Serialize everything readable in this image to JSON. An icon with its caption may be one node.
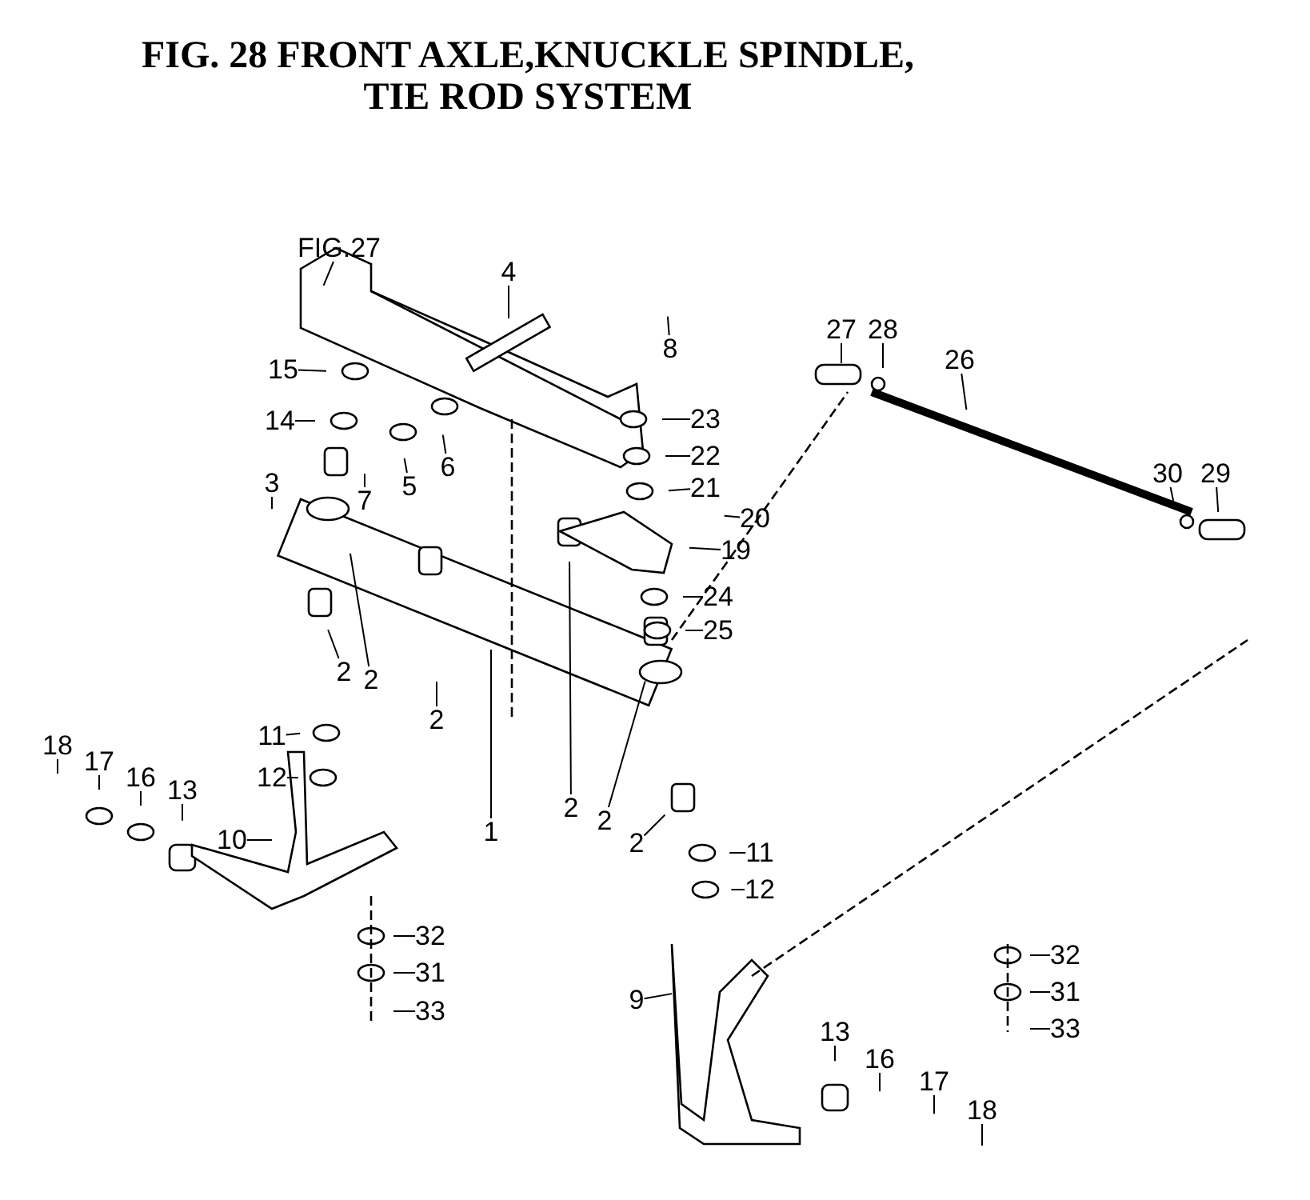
{
  "diagram": {
    "title": "FIG. 28 FRONT AXLE,KNUCKLE SPINDLE, TIE ROD SYSTEM",
    "nodes": [
      {
        "text": [
          "FIG.27"
        ]
      },
      {
        "text": [
          "4"
        ]
      },
      {
        "text": [
          "27"
        ]
      },
      {
        "text": [
          "28"
        ]
      },
      {
        "text": [
          "8"
        ]
      },
      {
        "text": [
          "15"
        ]
      },
      {
        "text": [
          "26"
        ]
      },
      {
        "text": [
          "14"
        ]
      },
      {
        "text": [
          "23"
        ]
      },
      {
        "text": [
          "22"
        ]
      },
      {
        "text": [
          "6"
        ]
      },
      {
        "text": [
          "5"
        ]
      },
      {
        "text": [
          "3"
        ]
      },
      {
        "text": [
          "30"
        ]
      },
      {
        "text": [
          "29"
        ]
      },
      {
        "text": [
          "21"
        ]
      },
      {
        "text": [
          "7"
        ]
      },
      {
        "text": [
          "20"
        ]
      },
      {
        "text": [
          "19"
        ]
      },
      {
        "text": [
          "24"
        ]
      },
      {
        "text": [
          "25"
        ]
      },
      {
        "text": [
          "2"
        ]
      },
      {
        "text": [
          "2"
        ]
      },
      {
        "text": [
          "2"
        ]
      },
      {
        "text": [
          "11"
        ]
      },
      {
        "text": [
          "18"
        ]
      },
      {
        "text": [
          "17"
        ]
      },
      {
        "text": [
          "12"
        ]
      },
      {
        "text": [
          "16"
        ]
      },
      {
        "text": [
          "13"
        ]
      },
      {
        "text": [
          "2"
        ]
      },
      {
        "text": [
          "2"
        ]
      },
      {
        "text": [
          "1"
        ]
      },
      {
        "text": [
          "2"
        ]
      },
      {
        "text": [
          "10"
        ]
      },
      {
        "text": [
          "11"
        ]
      },
      {
        "text": [
          "12"
        ]
      },
      {
        "text": [
          "32"
        ]
      },
      {
        "text": [
          "32"
        ]
      },
      {
        "text": [
          "31"
        ]
      },
      {
        "text": [
          "31"
        ]
      },
      {
        "text": [
          "9"
        ]
      },
      {
        "text": [
          "33"
        ]
      },
      {
        "text": [
          "33"
        ]
      },
      {
        "text": [
          "13"
        ]
      },
      {
        "text": [
          "16"
        ]
      },
      {
        "text": [
          "17"
        ]
      },
      {
        "text": [
          "18"
        ]
      }
    ],
    "edges": [
      {
        "from": 0,
        "to": null,
        "arrow": "none"
      },
      {
        "from": 1,
        "to": null,
        "arrow": "none"
      },
      {
        "from": 2,
        "to": null,
        "arrow": "none"
      },
      {
        "from": 3,
        "to": null,
        "arrow": "none"
      },
      {
        "from": 4,
        "to": null,
        "arrow": "none"
      },
      {
        "from": 5,
        "to": null,
        "arrow": "none"
      },
      {
        "from": 6,
        "to": null,
        "arrow": "none"
      },
      {
        "from": 7,
        "to": null,
        "arrow": "none"
      },
      {
        "from": 8,
        "to": null,
        "arrow": "none"
      },
      {
        "from": 9,
        "to": null,
        "arrow": "none"
      },
      {
        "from": 10,
        "to": null,
        "arrow": "none"
      },
      {
        "from": 11,
        "to": null,
        "arrow": "none"
      },
      {
        "from": 12,
        "to": null,
        "arrow": "none"
      },
      {
        "from": 13,
        "to": null,
        "arrow": "none"
      },
      {
        "from": 14,
        "to": null,
        "arrow": "none"
      },
      {
        "from": 15,
        "to": null,
        "arrow": "none"
      },
      {
        "from": 16,
        "to": null,
        "arrow": "none"
      },
      {
        "from": 17,
        "to": null,
        "arrow": "none"
      },
      {
        "from": 18,
        "to": null,
        "arrow": "none"
      },
      {
        "from": 19,
        "to": null,
        "arrow": "none"
      },
      {
        "from": 20,
        "to": null,
        "arrow": "none"
      },
      {
        "from": 21,
        "to": null,
        "arrow": "none"
      },
      {
        "from": 22,
        "to": null,
        "arrow": "none"
      },
      {
        "from": 23,
        "to": null,
        "arrow": "none"
      },
      {
        "from": 24,
        "to": null,
        "arrow": "none"
      },
      {
        "from": 25,
        "to": null,
        "arrow": "none"
      },
      {
        "from": 26,
        "to": null,
        "arrow": "none"
      },
      {
        "from": 27,
        "to": null,
        "arrow": "none"
      },
      {
        "from": 28,
        "to": null,
        "arrow": "none"
      },
      {
        "from": 29,
        "to": null,
        "arrow": "none"
      },
      {
        "from": 30,
        "to": null,
        "arrow": "none"
      },
      {
        "from": 31,
        "to": null,
        "arrow": "none"
      },
      {
        "from": 32,
        "to": null,
        "arrow": "none"
      },
      {
        "from": 33,
        "to": null,
        "arrow": "none"
      },
      {
        "from": 34,
        "to": null,
        "arrow": "none"
      },
      {
        "from": 35,
        "to": null,
        "arrow": "none"
      },
      {
        "from": 36,
        "to": null,
        "arrow": "none"
      },
      {
        "from": 37,
        "to": null,
        "arrow": "none"
      },
      {
        "from": 38,
        "to": null,
        "arrow": "none"
      },
      {
        "from": 39,
        "to": null,
        "arrow": "none"
      },
      {
        "from": 40,
        "to": null,
        "arrow": "none"
      },
      {
        "from": 41,
        "to": null,
        "arrow": "none"
      },
      {
        "from": 42,
        "to": null,
        "arrow": "none"
      },
      {
        "from": 43,
        "to": null,
        "arrow": "none"
      },
      {
        "from": 44,
        "to": null,
        "arrow": "none"
      },
      {
        "from": 45,
        "to": null,
        "arrow": "none"
      },
      {
        "from": 46,
        "to": null,
        "arrow": "none"
      },
      {
        "from": 47,
        "to": null,
        "arrow": "none"
      }
    ]
  }
}
